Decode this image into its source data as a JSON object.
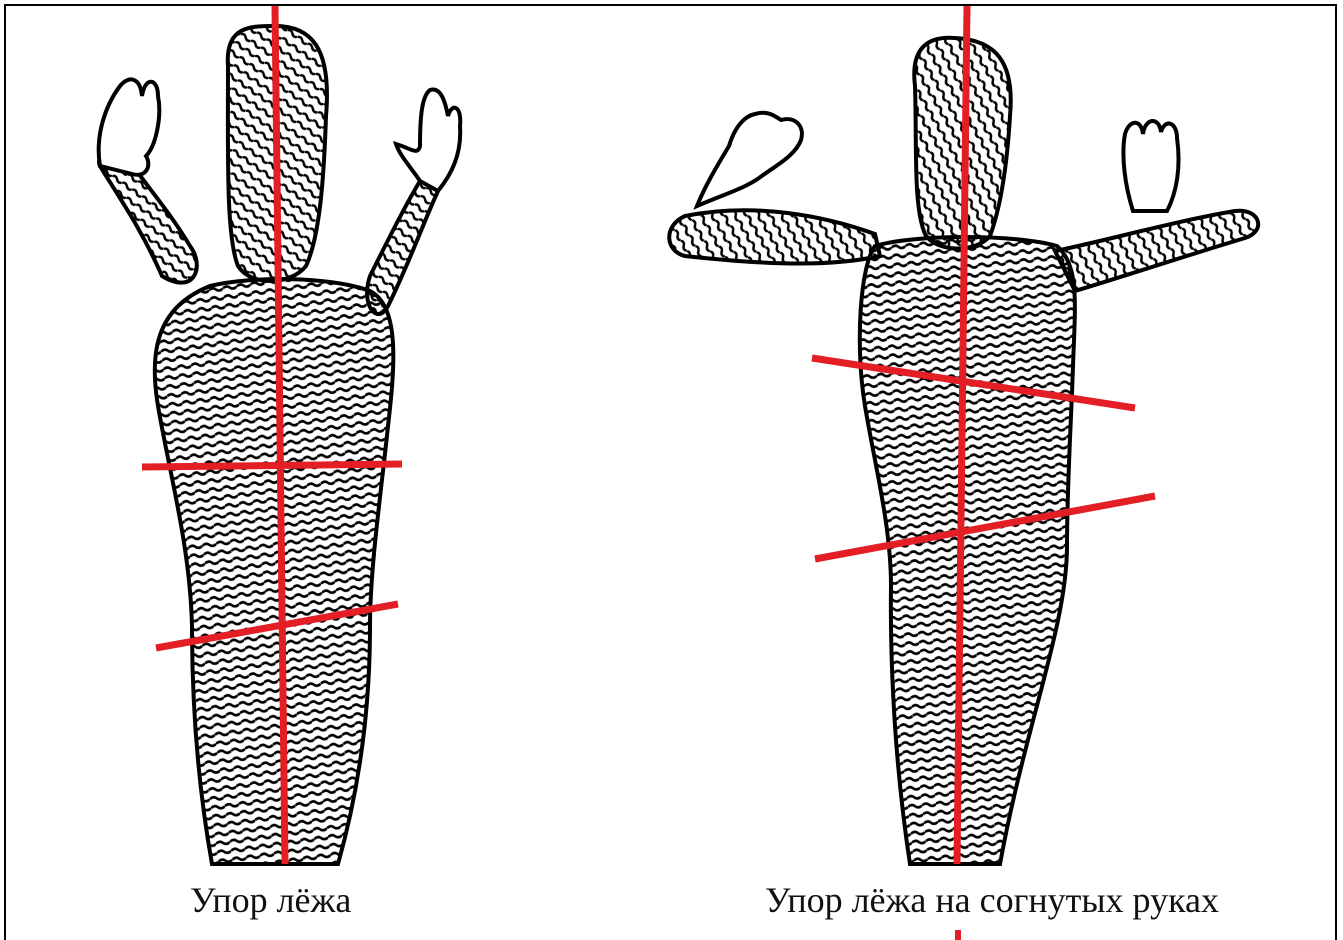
{
  "figure": {
    "panels": [
      {
        "caption": "Упор лёжа",
        "pose": "arms-raised-straight"
      },
      {
        "caption": "Упор лёжа на согнутых руках",
        "pose": "arms-bent"
      }
    ]
  },
  "colors": {
    "axis_line": "#e31e24",
    "outline": "#000000",
    "background": "#ffffff",
    "frame": "#000000"
  }
}
